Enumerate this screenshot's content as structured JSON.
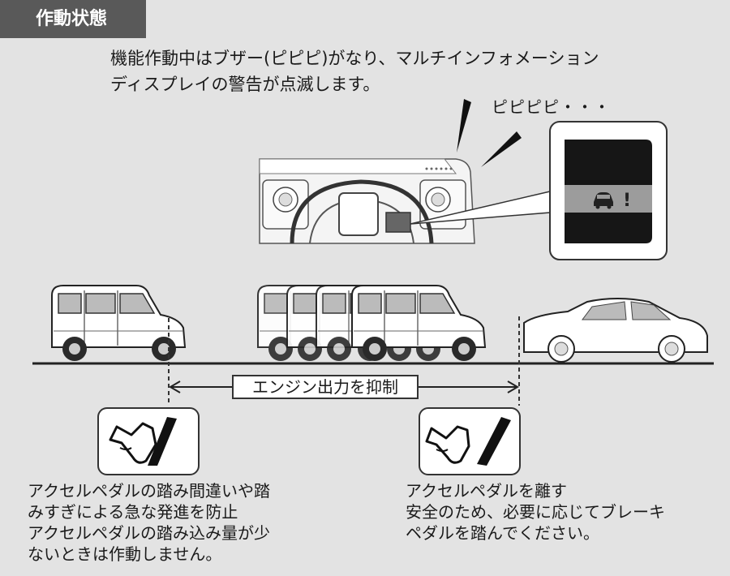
{
  "header": {
    "title": "作動状態"
  },
  "intro": {
    "line1": "機能作動中はブザー(ピピピ)がなり、マルチインフォメーション",
    "line2": "ディスプレイの警告が点滅します。"
  },
  "beep": "ピピピピ・・・",
  "range_label": "エンジン出力を抑制",
  "caption_left": {
    "line1": "アクセルペダルの踏み間違いや踏",
    "line2": "みすぎによる急な発進を防止",
    "line3": "アクセルペダルの踏み込み量が少",
    "line4": "ないときは作動しません。"
  },
  "caption_right": {
    "line1": "アクセルペダルを離す",
    "line2": "安全のため、必要に応じてブレーキ",
    "line3": "ペダルを踏んでください。"
  },
  "icons": {
    "warning": "car-exclamation-warning-icon",
    "pedal_press": "foot-pressing-pedal-icon",
    "pedal_release": "foot-releasing-pedal-icon"
  }
}
